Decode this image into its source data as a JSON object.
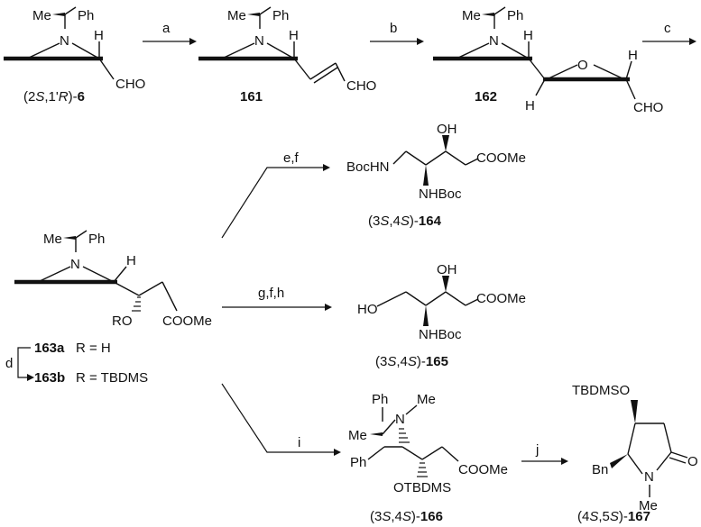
{
  "scheme": {
    "compounds": {
      "c6": {
        "label": "6",
        "stereo_open": "(2",
        "s1": "S",
        "comma": ",1'",
        "r1": "R",
        "stereo_close": ")-"
      },
      "c161": {
        "label": "161"
      },
      "c162": {
        "label": "162"
      },
      "c163a": {
        "label": "163a",
        "r_group": "R = H"
      },
      "c163b": {
        "label": "163b",
        "r_group": "R = TBDMS"
      },
      "c164": {
        "label": "164",
        "stereo_open": "(3",
        "s1": "S",
        "comma": ",4",
        "s2": "S",
        "stereo_close": ")-"
      },
      "c165": {
        "label": "165",
        "stereo_open": "(3",
        "s1": "S",
        "comma": ",4",
        "s2": "S",
        "stereo_close": ")-"
      },
      "c166": {
        "label": "166",
        "stereo_open": "(3",
        "s1": "S",
        "comma": ",4",
        "s2": "S",
        "stereo_close": ")-"
      },
      "c167": {
        "label": "167",
        "stereo_open": "(4",
        "s1": "S",
        "comma": ",5",
        "s2": "S",
        "stereo_close": ")-"
      }
    },
    "reagents": {
      "a": "a",
      "b": "b",
      "c": "c",
      "d": "d",
      "ef": "e,f",
      "gfh": "g,f,h",
      "i": "i",
      "j": "j"
    },
    "atoms": {
      "me": "Me",
      "ph": "Ph",
      "n": "N",
      "h": "H",
      "o": "O",
      "cho": "CHO",
      "oh": "OH",
      "ro": "RO",
      "cooMe": "COOMe",
      "bochn": "BocHN",
      "nhboc": "NHBoc",
      "ho": "HO",
      "otbdms": "OTBDMS",
      "tbdmso": "TBDMSO",
      "bn": "Bn"
    }
  }
}
